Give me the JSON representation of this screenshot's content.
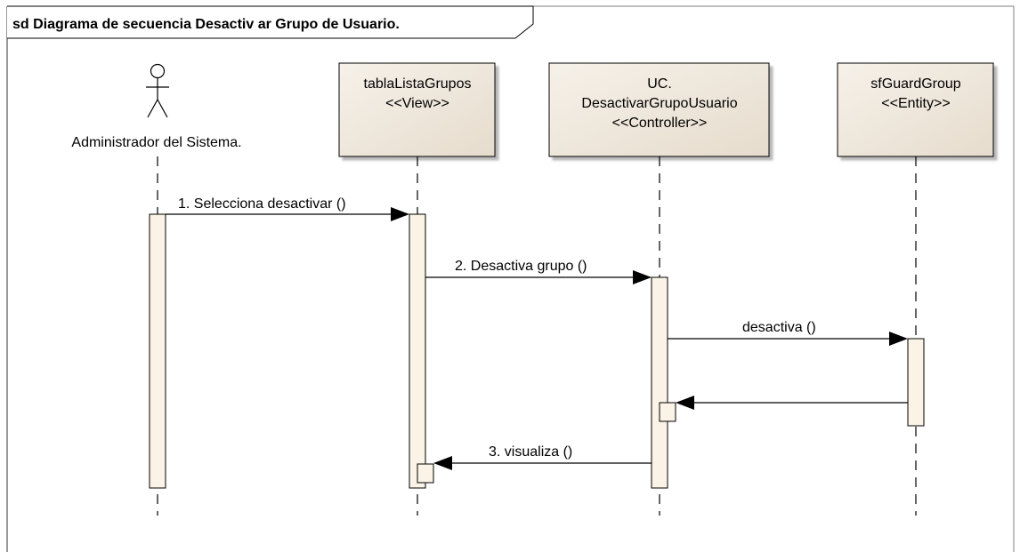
{
  "frame": {
    "title": "sd Diagrama de secuencia Desactiv ar Grupo de Usuario."
  },
  "actor": {
    "name": "Administrador del Sistema."
  },
  "lifelines": {
    "view": {
      "lines": [
        "tablaListaGrupos",
        "<<View>>"
      ]
    },
    "controller": {
      "lines": [
        "UC.",
        "DesactivarGrupoUsuario",
        "<<Controller>>"
      ]
    },
    "entity": {
      "lines": [
        "sfGuardGroup",
        "<<Entity>>"
      ]
    }
  },
  "messages": {
    "m1": "1. Selecciona desactivar ()",
    "m2": "2. Desactiva grupo ()",
    "m3": "desactiva ()",
    "m4": "3. visualiza ()"
  },
  "colors": {
    "box_fill": "#ece4d8",
    "activation_fill": "#faf3e6",
    "stroke": "#000000",
    "frame_border": "#7f7f7f"
  }
}
